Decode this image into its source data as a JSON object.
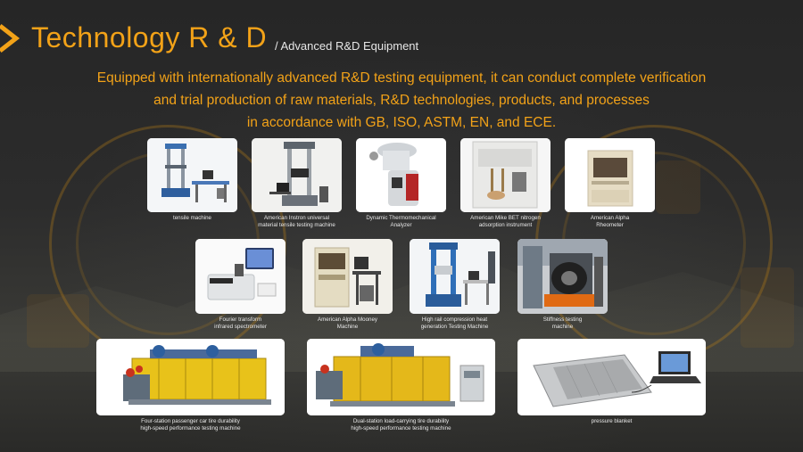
{
  "header": {
    "title": "Technology R & D",
    "subtitle": "/ Advanced R&D Equipment"
  },
  "intro": {
    "line1": "Equipped with internationally advanced R&D testing equipment, it can conduct complete verification",
    "line2": "and trial production of raw materials, R&D technologies, products, and processes",
    "line3": "in accordance with GB, ISO, ASTM, EN, and ECE."
  },
  "colors": {
    "accent": "#f2a218",
    "background": "#2a2a2a"
  },
  "equipment": [
    {
      "line1": "tensile machine",
      "line2": ""
    },
    {
      "line1": "American Instron universal",
      "line2": "material tensile testing machine"
    },
    {
      "line1": "Dynamic Thermomechanical",
      "line2": "Analyzer"
    },
    {
      "line1": "American Mike BET nitrogen",
      "line2": "adsorption instrument"
    },
    {
      "line1": "American Alpha",
      "line2": "Rheometer"
    },
    {
      "line1": "Fourier transform",
      "line2": "infrared spectrometer"
    },
    {
      "line1": "American Alpha Mooney",
      "line2": "Machine"
    },
    {
      "line1": "High rail compression heat",
      "line2": "generation Testing Machine"
    },
    {
      "line1": "Stiffness testing",
      "line2": "machine"
    },
    {
      "line1": "Four-station passenger car tire durability",
      "line2": "high-speed performance testing machine"
    },
    {
      "line1": "Dual-station load-carrying tire durability",
      "line2": "high-speed performance testing machine"
    },
    {
      "line1": "pressure blanket",
      "line2": ""
    }
  ]
}
